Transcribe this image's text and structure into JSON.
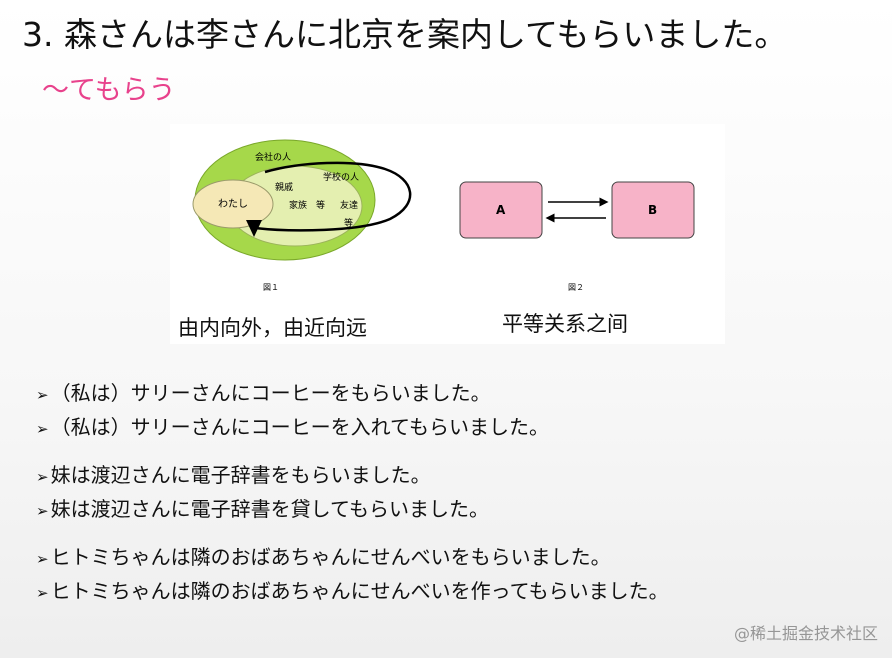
{
  "title": "3. 森さんは李さんに北京を案内してもらいました。",
  "subtitle": "～てもらう",
  "figure1": {
    "outer_label": "会社の人",
    "middle_label": "学校の人",
    "inner_label": "わたし",
    "family_label_1": "親戚",
    "family_label_2": "家族　等",
    "friend_label_1": "友達",
    "friend_label_2": "等",
    "caption_small": "図１",
    "caption": "由内向外，由近向远"
  },
  "figure2": {
    "box_a": "A",
    "box_b": "B",
    "caption_small": "図２",
    "caption": "平等关系之间"
  },
  "bullet_glyph": "➢",
  "sentences": [
    "（私は）サリーさんにコーヒーをもらいました。",
    "（私は）サリーさんにコーヒーを入れてもらいました。",
    "妹は渡辺さんに電子辞書をもらいました。",
    "妹は渡辺さんに電子辞書を貸してもらいました。",
    "ヒトミちゃんは隣のおばあちゃんにせんべいをもらいました。",
    "ヒトミちゃんは隣のおばあちゃんにせんべいを作ってもらいました。"
  ],
  "watermark": "@稀土掘金技术社区",
  "colors": {
    "subtitle": "#e8428c",
    "outer_ellipse": "#a6d84a",
    "middle_ellipse": "#e4efb0",
    "inner_ellipse": "#f5e8b6",
    "box_fill": "#f7b3c8"
  }
}
